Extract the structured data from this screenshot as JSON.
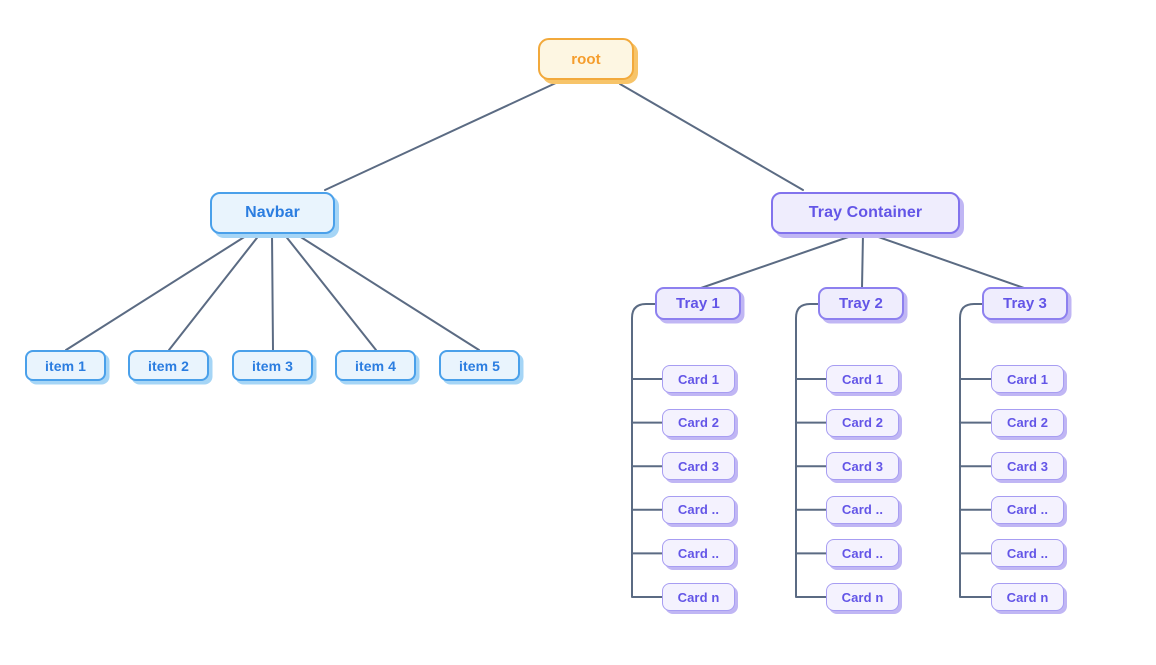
{
  "palette": {
    "edge": "#5b6b83",
    "orange-fill": "#fdf6e2",
    "orange-border": "#f2a93b",
    "orange-text": "#f59d2c",
    "orange-shadow": "#f7c469",
    "blue-fill": "#e9f4fd",
    "blue-border": "#4aa0ea",
    "blue-text": "#2b7de0",
    "blue-shadow": "#a5d5f6",
    "purple-fill": "#efedfd",
    "purple-border": "#8273ed",
    "tray-border": "#8d80ef",
    "purple-text": "#6355e7",
    "purple-shadow": "#c0b6f4",
    "card-fill": "#f4f2fe",
    "card-border": "#a79df2"
  },
  "diagram": {
    "root": {
      "label": "root"
    },
    "navbar": {
      "label": "Navbar",
      "items": [
        {
          "label": "item 1"
        },
        {
          "label": "item 2"
        },
        {
          "label": "item 3"
        },
        {
          "label": "item 4"
        },
        {
          "label": "item 5"
        }
      ]
    },
    "tray_container": {
      "label": "Tray Container",
      "trays": [
        {
          "label": "Tray 1",
          "cards": [
            {
              "label": "Card 1"
            },
            {
              "label": "Card 2"
            },
            {
              "label": "Card 3"
            },
            {
              "label": "Card .."
            },
            {
              "label": "Card .."
            },
            {
              "label": "Card n"
            }
          ]
        },
        {
          "label": "Tray 2",
          "cards": [
            {
              "label": "Card 1"
            },
            {
              "label": "Card 2"
            },
            {
              "label": "Card 3"
            },
            {
              "label": "Card .."
            },
            {
              "label": "Card .."
            },
            {
              "label": "Card n"
            }
          ]
        },
        {
          "label": "Tray 3",
          "cards": [
            {
              "label": "Card 1"
            },
            {
              "label": "Card 2"
            },
            {
              "label": "Card 3"
            },
            {
              "label": "Card .."
            },
            {
              "label": "Card .."
            },
            {
              "label": "Card n"
            }
          ]
        }
      ]
    }
  }
}
